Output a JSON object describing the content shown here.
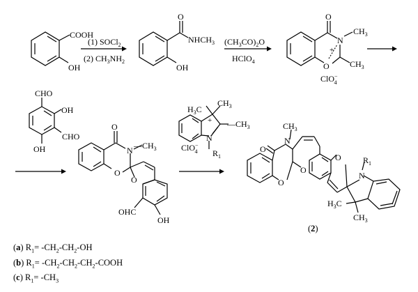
{
  "step1": {
    "reagent1": "(1) SOCl",
    "reagent1_sub": "2",
    "reagent2": "(2) CH",
    "reagent2_sub1": "3",
    "reagent2_mid": "NH",
    "reagent2_sub2": "2"
  },
  "step2": {
    "reagent1": "(CH",
    "reagent1_sub1": "3",
    "reagent1_mid": "CO)",
    "reagent1_sub2": "2",
    "reagent1_end": "O",
    "reagent2": "HClO",
    "reagent2_sub": "4"
  },
  "salicylic_acid": {
    "group1": "COOH",
    "group2": "OH"
  },
  "amide": {
    "group1": "O",
    "group2": "NHCH",
    "group2_sub": "3",
    "group3": "OH"
  },
  "oxazinium": {
    "o_top": "O",
    "n": "N",
    "n_sub": "—CH",
    "n_sub_sub": "3",
    "o_ring": "O",
    "plus": "+",
    "ch3": "CH",
    "ch3_sub": "3",
    "counterion": "ClO",
    "counterion_sub": "4",
    "counterion_sup": "−"
  },
  "dialdehyde": {
    "cho1": "CHO",
    "oh1": "OH",
    "cho2": "CHO",
    "oh2": "OH"
  },
  "spiro_intermediate": {
    "o_top": "O",
    "n": "N",
    "ch3": "—CH",
    "ch3_sub": "3",
    "o1": "O",
    "o2": "O",
    "cho": "OHC",
    "oh": "OH"
  },
  "indolium": {
    "me1": "H",
    "me1_sub": "3",
    "me1_end": "C",
    "me2": "CH",
    "me2_sub": "3",
    "ch3": "—CH",
    "ch3_sub": "3",
    "n": "N",
    "plus": "+",
    "r": "R",
    "r_sub": "1",
    "counterion": "ClO",
    "counterion_sub": "4",
    "counterion_sup": "−"
  },
  "product": {
    "o_top": "O",
    "n": "N",
    "n_me": "CH",
    "n_me_sub": "3",
    "o1": "O",
    "o2": "O",
    "o3": "O",
    "nr": "N",
    "r": "R",
    "r_sub": "1",
    "h3c": "H",
    "h3c_sub": "3",
    "h3c_end": "C",
    "ch3": "CH",
    "ch3_sub": "3"
  },
  "compound_label": "2",
  "legend": [
    {
      "id": "a",
      "text": " R",
      "sub": "1",
      "rest": "= -CH",
      "rest_sub1": "2",
      "rest2": "-CH",
      "rest_sub2": "2",
      "rest3": "-OH",
      "rest_sub3": "",
      "rest4": ""
    },
    {
      "id": "b",
      "text": " R",
      "sub": "1",
      "rest": "= -CH",
      "rest_sub1": "2",
      "rest2": "-CH",
      "rest_sub2": "2",
      "rest3": "-CH",
      "rest_sub3": "2",
      "rest4": "-COOH"
    },
    {
      "id": "c",
      "text": " R",
      "sub": "1",
      "rest": "= -CH",
      "rest_sub1": "3",
      "rest2": "",
      "rest_sub2": "",
      "rest3": "",
      "rest_sub3": "",
      "rest4": ""
    }
  ]
}
